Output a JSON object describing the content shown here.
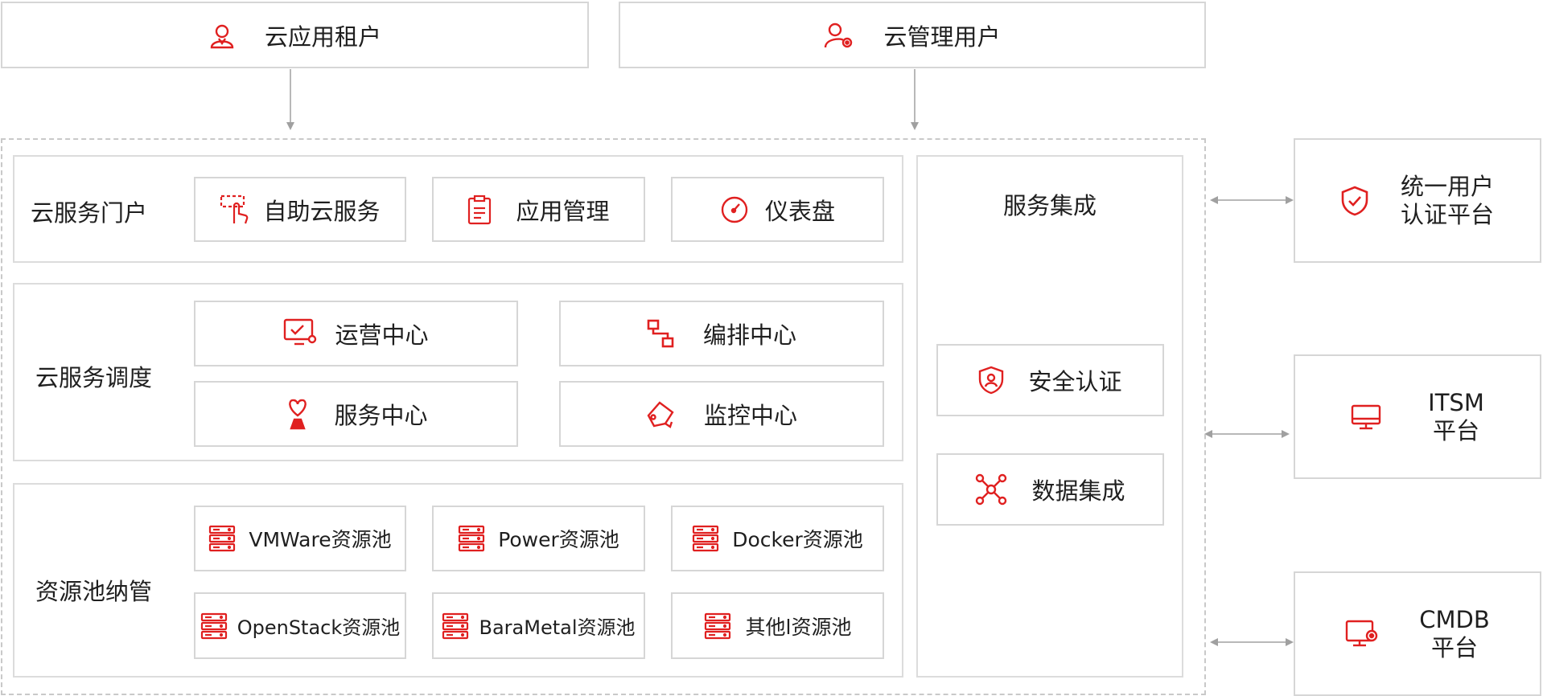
{
  "top": {
    "tenant": {
      "label": "云应用租户",
      "icon": "user-icon"
    },
    "admin": {
      "label": "云管理用户",
      "icon": "user-settings-icon"
    }
  },
  "portal": {
    "title": "云服务门户",
    "items": [
      {
        "label": "自助云服务",
        "icon": "touch-icon"
      },
      {
        "label": "应用管理",
        "icon": "clipboard-icon"
      },
      {
        "label": "仪表盘",
        "icon": "dashboard-icon"
      }
    ]
  },
  "scheduling": {
    "title": "云服务调度",
    "items": [
      {
        "label": "运营中心",
        "icon": "monitor-check-icon"
      },
      {
        "label": "编排中心",
        "icon": "flow-icon"
      },
      {
        "label": "服务中心",
        "icon": "heart-hand-icon"
      },
      {
        "label": "监控中心",
        "icon": "tag-icon"
      }
    ]
  },
  "pools": {
    "title": "资源池纳管",
    "items": [
      {
        "label": "VMWare资源池",
        "icon": "server-icon"
      },
      {
        "label": "Power资源池",
        "icon": "server-icon"
      },
      {
        "label": "Docker资源池",
        "icon": "server-icon"
      },
      {
        "label": "OpenStack资源池",
        "icon": "server-icon"
      },
      {
        "label": "BaraMetal资源池",
        "icon": "server-icon"
      },
      {
        "label": "其他l资源池",
        "icon": "server-icon"
      }
    ]
  },
  "integration": {
    "title": "服务集成",
    "items": [
      {
        "label": "安全认证",
        "icon": "shield-user-icon"
      },
      {
        "label": "数据集成",
        "icon": "network-icon"
      }
    ]
  },
  "external": [
    {
      "line1": "统一用户",
      "line2": "认证平台",
      "icon": "shield-check-icon"
    },
    {
      "line1": "ITSM",
      "line2": "平台",
      "icon": "monitor-icon"
    },
    {
      "line1": "CMDB",
      "line2": "平台",
      "icon": "monitor-settings-icon"
    }
  ],
  "colors": {
    "accent": "#e02020",
    "border": "#d6d6d6",
    "arrow": "#a0a0a0"
  }
}
